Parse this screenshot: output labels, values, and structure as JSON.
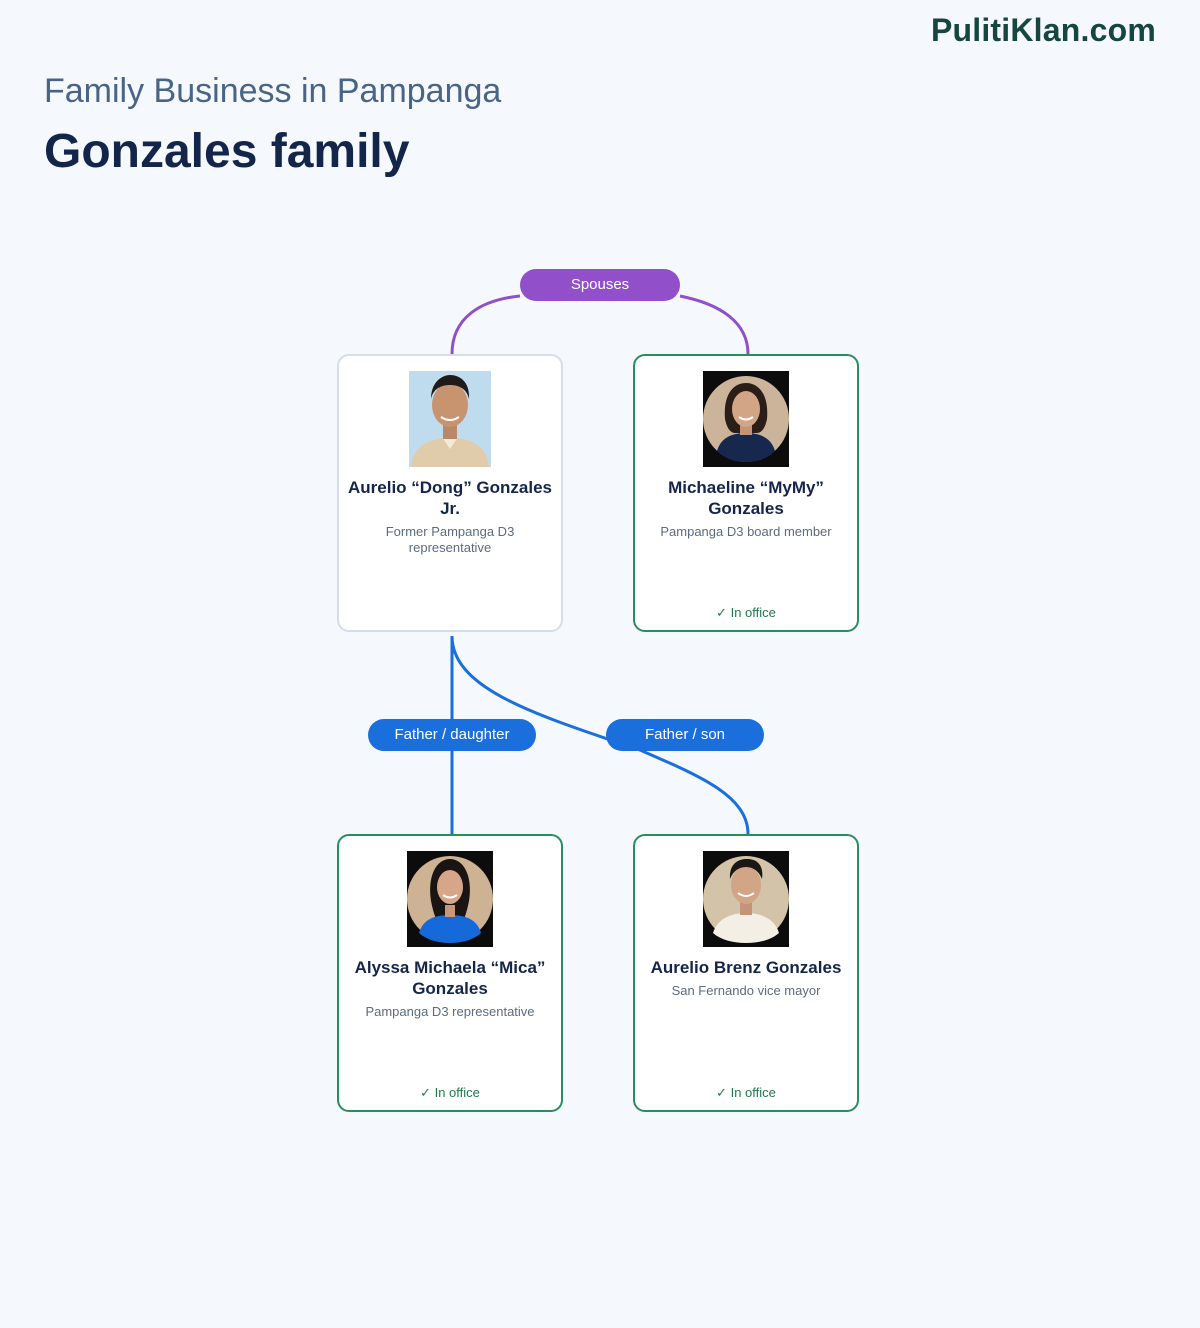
{
  "brand": "PulitiKlan.com",
  "header": {
    "subtitle": "Family Business in Pampanga",
    "title": "Gonzales family"
  },
  "relations": {
    "spouses": "Spouses",
    "father_daughter": "Father / daughter",
    "father_son": "Father / son"
  },
  "people": [
    {
      "name": "Aurelio “Dong” Gonzales Jr.",
      "role": "Former Pampanga D3 representative",
      "status": ""
    },
    {
      "name": "Michaeline “MyMy” Gonzales",
      "role": "Pampanga D3 board member",
      "status": "✓ In office"
    },
    {
      "name": "Alyssa Michaela “Mica” Gonzales",
      "role": "Pampanga D3 representative",
      "status": "✓ In office"
    },
    {
      "name": "Aurelio Brenz Gonzales",
      "role": "San Fernando vice mayor",
      "status": "✓ In office"
    }
  ],
  "colors": {
    "spouse_link": "#9150c9",
    "parent_link": "#1a6fdd",
    "in_office_border": "#25905c",
    "former_border": "#d4dde8"
  }
}
